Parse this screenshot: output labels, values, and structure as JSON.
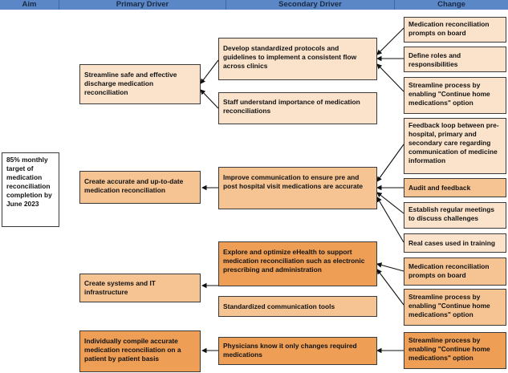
{
  "headers": {
    "aim": "Aim",
    "primary": "Primary Driver",
    "secondary": "Secondary Driver",
    "change": "Change"
  },
  "aim": "85% monthly target of medication reconciliation completion by June 2023",
  "primary": [
    "Streamline safe and effective discharge medication reconciliation",
    "Create accurate and up-to-date medication reconciliation",
    "Create systems and IT infrastructure",
    "Individually compile accurate medication reconciliation on a patient by patient basis"
  ],
  "secondary": [
    "Develop standardized protocols and guidelines to implement a consistent flow across clinics",
    "Staff understand importance of medication reconciliations",
    "Improve communication to ensure pre and post hospital visit medications are accurate",
    "Explore and optimize eHealth to support medication reconciliation such as electronic prescribing and administration",
    "Standardized communication tools",
    "Physicians know it only changes required medications"
  ],
  "change": [
    "Medication reconciliation prompts on board",
    "Define roles and responsibilities",
    "Streamline process by enabling \"Continue home medications\" option",
    "Feedback loop between pre-hospital, primary and secondary care regarding communication of medicine information",
    "Audit and feedback",
    "Establish regular meetings to discuss challenges",
    "Real cases used in training",
    "Medication reconciliation prompts on board",
    "Streamline process by enabling \"Continue home medications\" option",
    "Streamline process by enabling \"Continue home medications\" option"
  ]
}
